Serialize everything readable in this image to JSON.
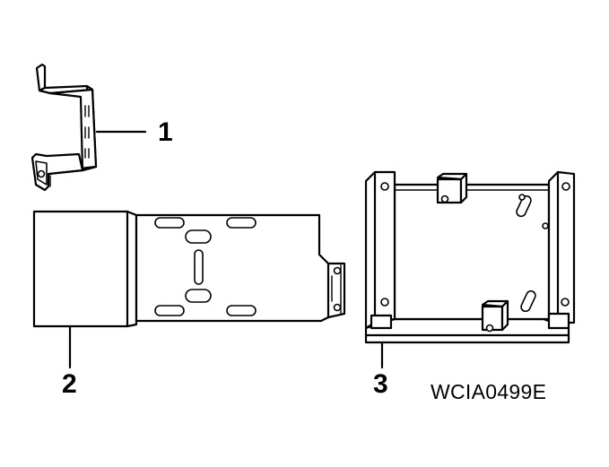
{
  "callouts": [
    {
      "id": "1",
      "label": "1"
    },
    {
      "id": "2",
      "label": "2"
    },
    {
      "id": "3",
      "label": "3"
    }
  ],
  "figure_id": "WCIA0499E"
}
